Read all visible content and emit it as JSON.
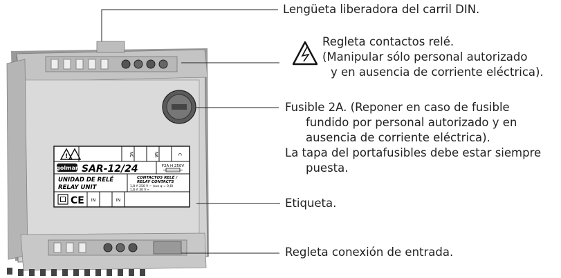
{
  "callouts": {
    "rail_release": "Lengüeta liberadora del carril DIN.",
    "relay_terminals": [
      "Regleta contactos relé.",
      "(Manipular sólo personal autorizado",
      "y en ausencia de corriente eléctrica)."
    ],
    "fuse": [
      "Fusible 2A. (Reponer en caso de fusible",
      "fundido por personal autorizado y en",
      "ausencia de corriente eléctrica).",
      "La tapa del portafusibles debe estar siempre",
      "puesta."
    ],
    "label": "Etiqueta.",
    "input_terminals": "Regleta conexión de entrada."
  },
  "device_label": {
    "brand": "golmar",
    "model": "SAR-12/24",
    "fuse_rating": "F2A H 250V",
    "title_es": "UNIDAD DE RELÉ",
    "title_en": "RELAY UNIT",
    "contacts_title_es": "CONTACTOS RELÉ /",
    "contacts_title_en": "RELAY CONTACTS",
    "spec_ac": "1,8 A 250 V ~ (cos φ = 0,8)",
    "spec_dc": "1,8 A 30 V ═",
    "nc": "NC",
    "na": "NA",
    "c": "C",
    "ce_mark": "CE",
    "in_1": "IN",
    "in_2": "IN"
  },
  "colors": {
    "text": "#222222",
    "device_body": "#cfcfcf",
    "device_dark": "#8a8a8a",
    "leader": "#222222",
    "label_bg": "#ffffff"
  },
  "icons": [
    "warning-triangle-icon",
    "lightning-bolt-icon",
    "double-square-icon",
    "ce-mark"
  ]
}
